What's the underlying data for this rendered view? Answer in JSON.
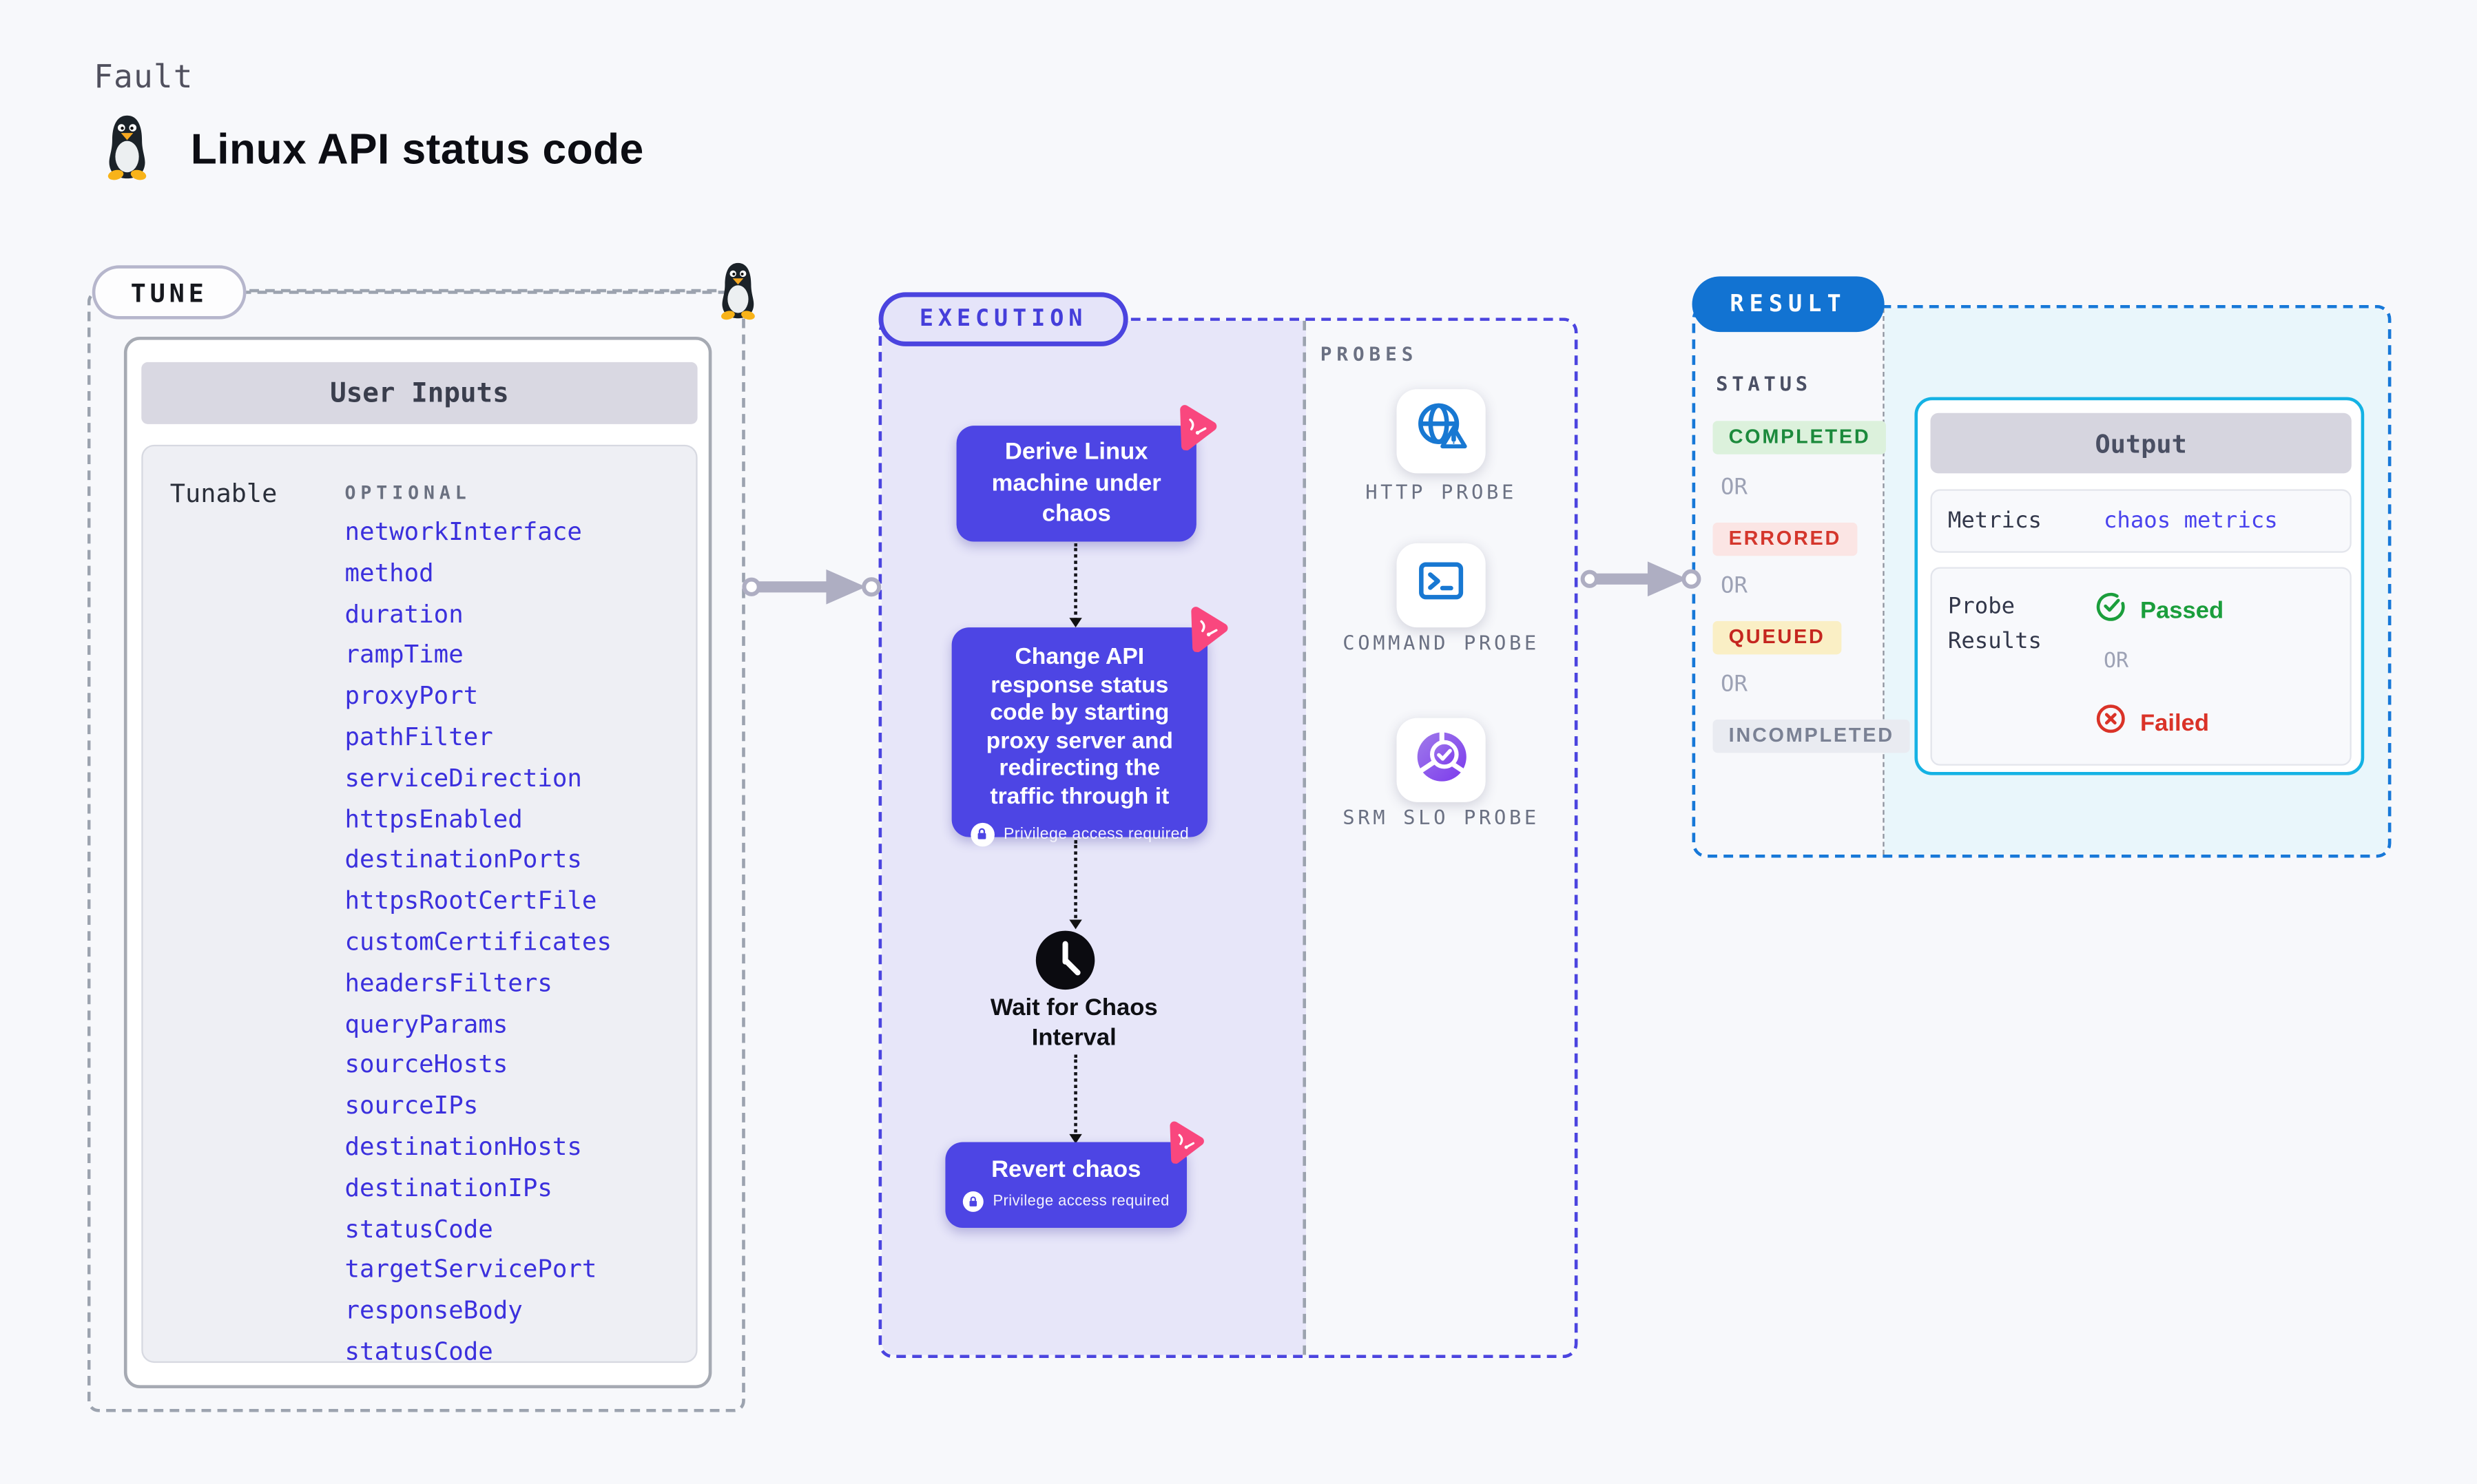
{
  "page": {
    "fault_label": "Fault",
    "title": "Linux API status code"
  },
  "tune": {
    "pill": "TUNE",
    "user_inputs_header": "User Inputs",
    "row_label": "Tunable",
    "optional_label": "OPTIONAL",
    "tunables": [
      "networkInterface",
      "method",
      "duration",
      "rampTime",
      "proxyPort",
      "pathFilter",
      "serviceDirection",
      "httpsEnabled",
      "destinationPorts",
      "httpsRootCertFile",
      "customCertificates",
      "headersFilters",
      "queryParams",
      "sourceHosts",
      "sourceIPs",
      "destinationHosts",
      "destinationIPs",
      "statusCode",
      "targetServicePort",
      "responseBody",
      "statusCode"
    ]
  },
  "execution": {
    "pill": "EXECUTION",
    "steps": {
      "derive": "Derive Linux machine under chaos",
      "change": "Change API response status code by starting proxy server and redirecting the traffic through it",
      "wait": "Wait for Chaos Interval",
      "revert": "Revert chaos"
    },
    "privilege_note": "Privilege access required"
  },
  "probes": {
    "section_label": "PROBES",
    "items": [
      {
        "label": "HTTP PROBE",
        "icon": "globe-alert-icon"
      },
      {
        "label": "COMMAND PROBE",
        "icon": "terminal-icon"
      },
      {
        "label": "SRM SLO PROBE",
        "icon": "slo-pie-icon"
      }
    ]
  },
  "result": {
    "pill": "RESULT",
    "status_label": "STATUS",
    "or_label": "OR",
    "statuses": [
      {
        "label": "COMPLETED",
        "fg": "#1C8A3C",
        "bg": "#DCF1DC"
      },
      {
        "label": "ERRORED",
        "fg": "#D4362C",
        "bg": "#FBE5E4"
      },
      {
        "label": "QUEUED",
        "fg": "#C5261F",
        "bg": "#FAEFC5"
      },
      {
        "label": "INCOMPLETED",
        "fg": "#7A8194",
        "bg": "#E9EBF1"
      }
    ],
    "output": {
      "header": "Output",
      "metrics_label": "Metrics",
      "metrics_value": "chaos metrics",
      "probe_results_label": "Probe Results",
      "passed_label": "Passed",
      "failed_label": "Failed"
    }
  },
  "colors": {
    "page_bg": "#F7F8FB",
    "indigo_box": "#4D45E4",
    "execution_fill": "#E7E6F9",
    "execution_dash": "#4B44DF",
    "tune_dash": "#9CA3AF",
    "result_dash": "#1778D8",
    "result_pill_bg": "#1273D2",
    "result_fill": "#E9F6FB",
    "output_border": "#14B2E4",
    "litmus_pink": "#F9477E",
    "probe_icon_blue": "#1878D2",
    "srm_purple_start": "#9F7AEA",
    "srm_purple_end": "#7C3AED",
    "tunable_blue": "#3B30DD",
    "passed_green": "#1B9E3C",
    "failed_red": "#DA3328",
    "arrow_gray": "#AEAEC2"
  }
}
